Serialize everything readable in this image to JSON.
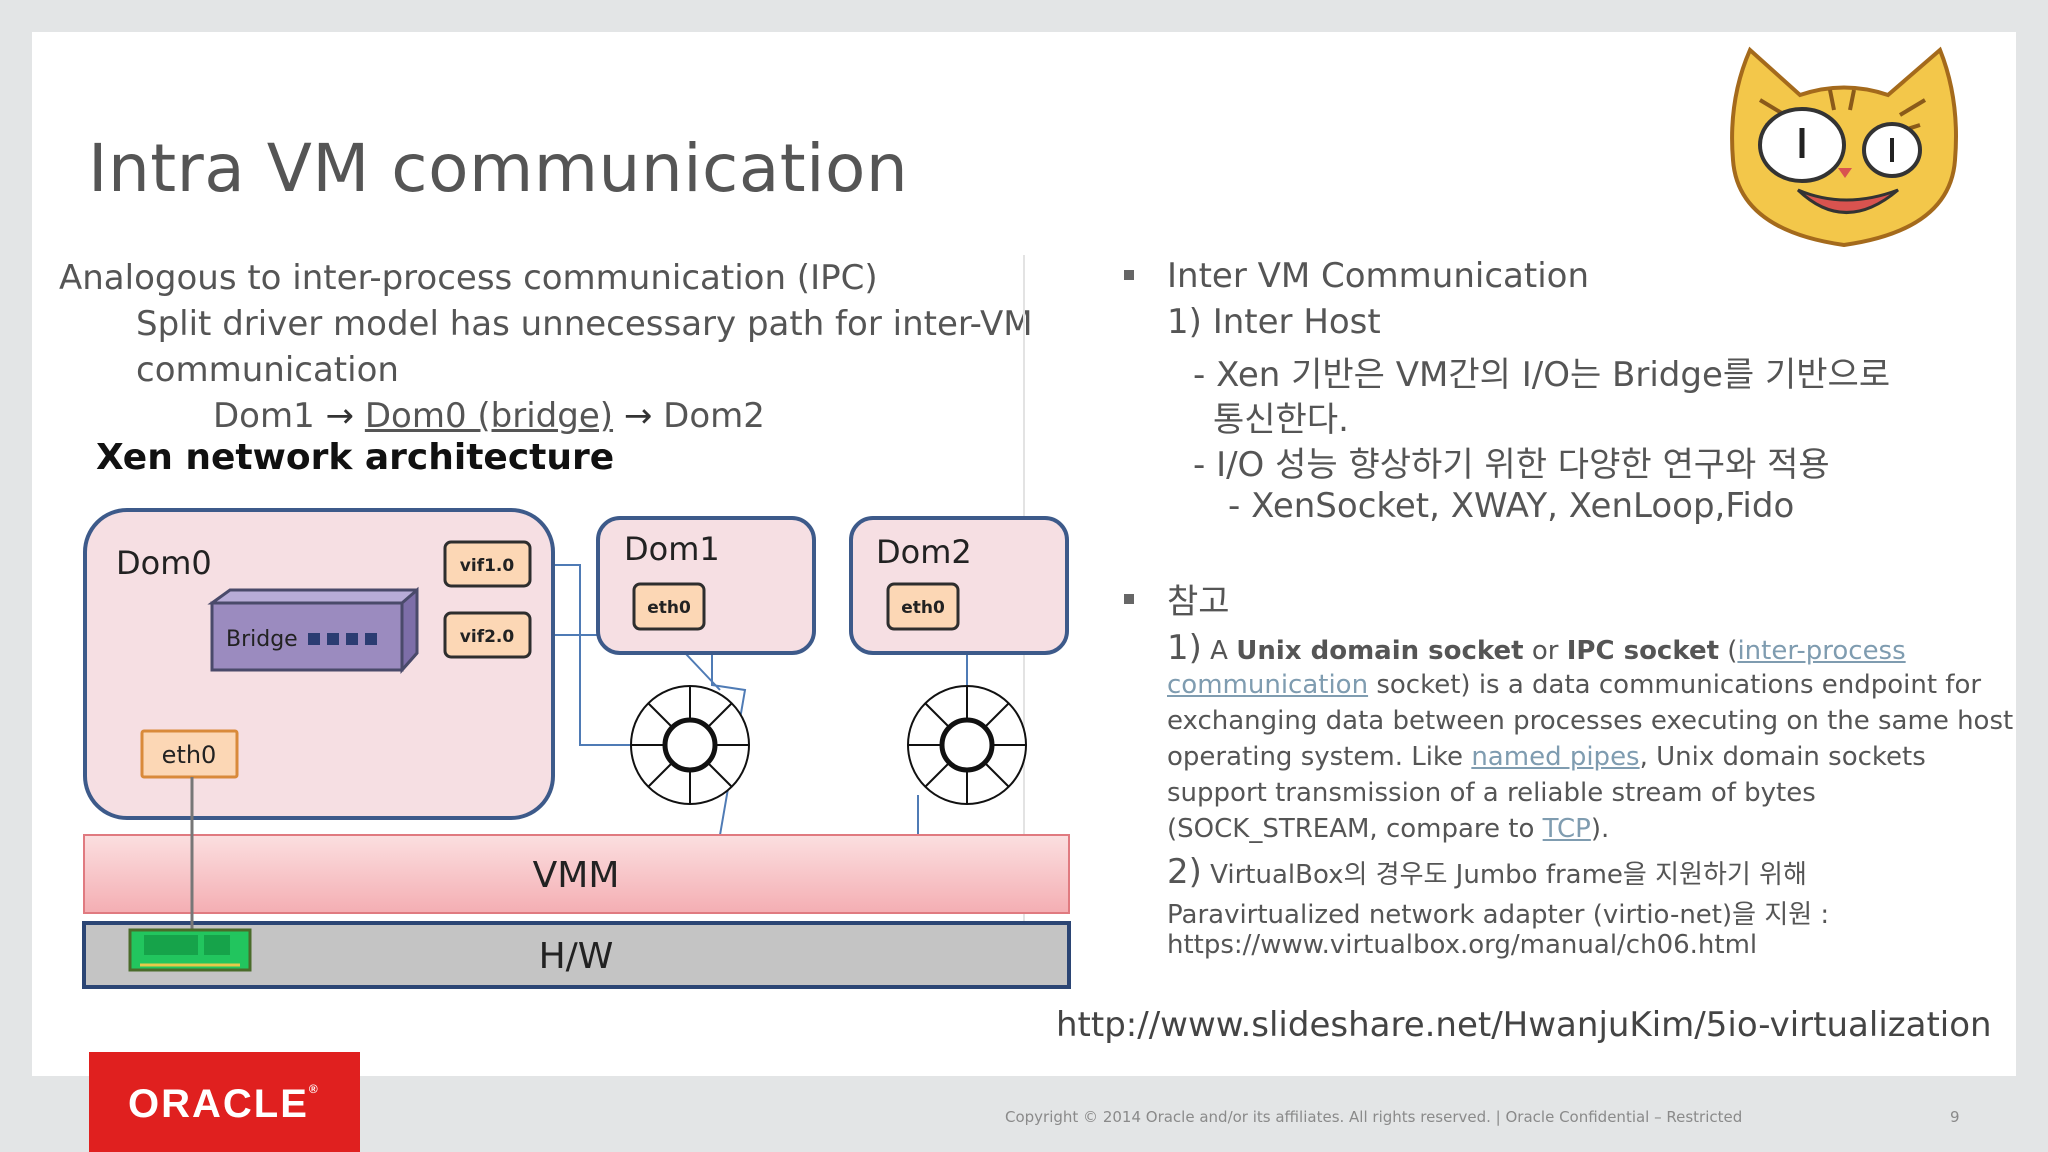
{
  "slide": {
    "title": "Intra VM communication",
    "left": {
      "line1": "Analogous to inter-process communication (IPC)",
      "line2": "Split driver model has unnecessary path for inter-VM",
      "line3": "communication",
      "path": {
        "from": "Dom1",
        "via": "Dom0 (bridge)",
        "to": "Dom2"
      },
      "heading": "Xen network architecture"
    },
    "diagram": {
      "dom0": "Dom0",
      "dom1": "Dom1",
      "dom2": "Dom2",
      "bridge": "Bridge",
      "vif10": "vif1.0",
      "vif20": "vif2.0",
      "eth0_dom0": "eth0",
      "eth0_dom1": "eth0",
      "eth0_dom2": "eth0",
      "vmm": "VMM",
      "hw": "H/W",
      "colors": {
        "dom_fill": "#f6dfe3",
        "dom_stroke": "#3d5a8a",
        "eth_fill": "#fcd7b5",
        "eth_stroke": "#d98a3a",
        "bridge_fill": "#9b8bbf",
        "vmm_fill": "#f7c9cc",
        "hw_fill": "#c4c4c4",
        "nic_fill": "#22c55e"
      }
    },
    "right": {
      "b1": "Inter VM Communication",
      "b1_1": "1) Inter Host",
      "b1_2a": "- Xen 기반은 VM간의 I/O는 Bridge를 기반으로",
      "b1_2b": "통신한다.",
      "b1_3": "- I/O 성능 향상하기 위한 다양한 연구와 적용",
      "b1_4": "-  XenSocket, XWAY, XenLoop,Fido",
      "b2": "참고",
      "r1_num": "1)",
      "r1_a": " A ",
      "r1_b": "Unix domain socket",
      "r1_c": " or ",
      "r1_d": "IPC socket",
      "r1_e": " (",
      "r1_link1": "inter-process",
      "r1_link1b": "communication",
      "r1_f": " socket) is a data communications endpoint for",
      "r1_g": "exchanging data between processes executing on the same host",
      "r1_h1": "operating system. Like ",
      "r1_link2": "named pipes",
      "r1_h2": ", Unix domain sockets",
      "r1_i": "support transmission of a reliable stream of bytes",
      "r1_j1": "(SOCK_STREAM, compare to ",
      "r1_link3": "TCP",
      "r1_j2": ").",
      "r2_num": "2)",
      "r2_a": " VirtualBox의 경우도 Jumbo frame을 지원하기 위해",
      "r2_b": "Paravirtualized network adapter (virtio-net)을 지원 :",
      "r2_c": "https://www.virtualbox.org/manual/ch06.html"
    },
    "source_url": "http://www.slideshare.net/HwanjuKim/5io-virtualization",
    "logo": "ORACLE",
    "footer": "Copyright © 2014 Oracle and/or its affiliates. All rights reserved.  |  Oracle Confidential – Restricted",
    "page": "9"
  }
}
